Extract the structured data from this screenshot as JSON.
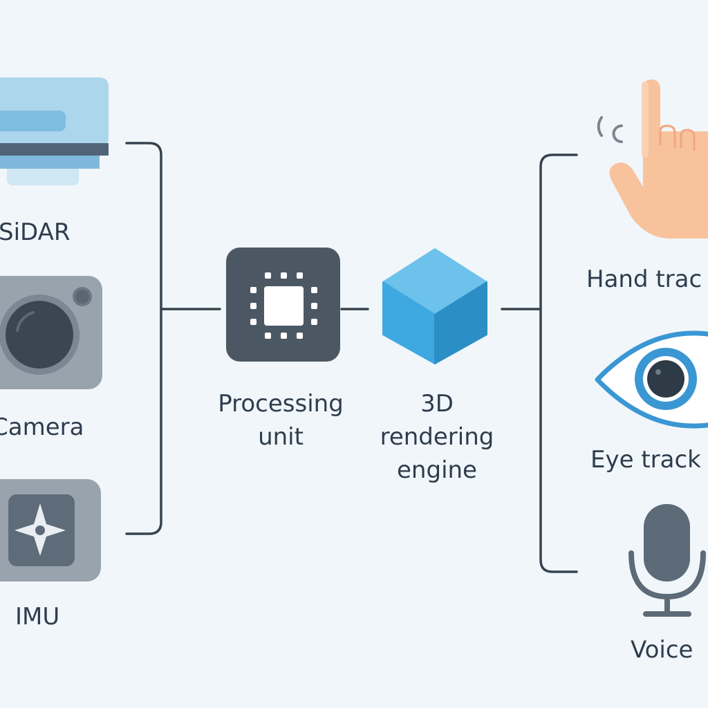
{
  "inputs": [
    {
      "id": "lidar",
      "label": "SiDAR",
      "icon": "lidar-sensor-icon"
    },
    {
      "id": "camera",
      "label": "Camera",
      "icon": "camera-icon"
    },
    {
      "id": "imu",
      "label": "IMU",
      "icon": "imu-compass-icon"
    }
  ],
  "processing": {
    "line1": "Processing",
    "line2": "unit",
    "icon": "cpu-chip-icon"
  },
  "renderer": {
    "line1": "3D",
    "line2": "rendering",
    "line3": "engine",
    "icon": "cube-icon"
  },
  "outputs": [
    {
      "id": "hand",
      "label": "Hand trac",
      "icon": "hand-pointer-icon"
    },
    {
      "id": "eye",
      "label": "Eye track",
      "icon": "eye-icon"
    },
    {
      "id": "voice",
      "label": "Voice",
      "icon": "microphone-icon"
    }
  ],
  "colors": {
    "background": "#f1f6fa",
    "text": "#2e3d4d",
    "connector": "#36434f",
    "dark_box": "#4b5864",
    "lidar_light": "#a8d3ea",
    "lidar_dark": "#4f6577",
    "camera_gray": "#98a3ad",
    "cube_blue": "#3aa5de",
    "hand_skin": "#f8c29d",
    "eye_blue": "#3a97d3"
  }
}
